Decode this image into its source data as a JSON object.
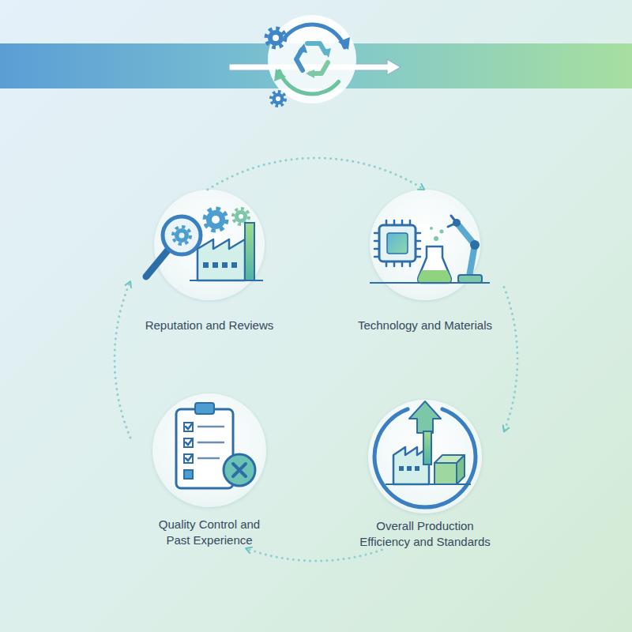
{
  "diagram": {
    "nodes": [
      {
        "text": [
          "Reputation and Reviews"
        ]
      },
      {
        "text": [
          "Technology and Materials"
        ]
      },
      {
        "text": [
          "Quality Control and Past Experience"
        ]
      },
      {
        "text": [
          "Overall Production Efficiency and Standards"
        ]
      }
    ],
    "edges": [
      {
        "from": 0,
        "to": 1,
        "arrow": "to"
      },
      {
        "from": 1,
        "to": 3,
        "arrow": "to"
      },
      {
        "from": 3,
        "to": 2,
        "arrow": "to"
      },
      {
        "from": 2,
        "to": 0,
        "arrow": "to"
      }
    ]
  }
}
